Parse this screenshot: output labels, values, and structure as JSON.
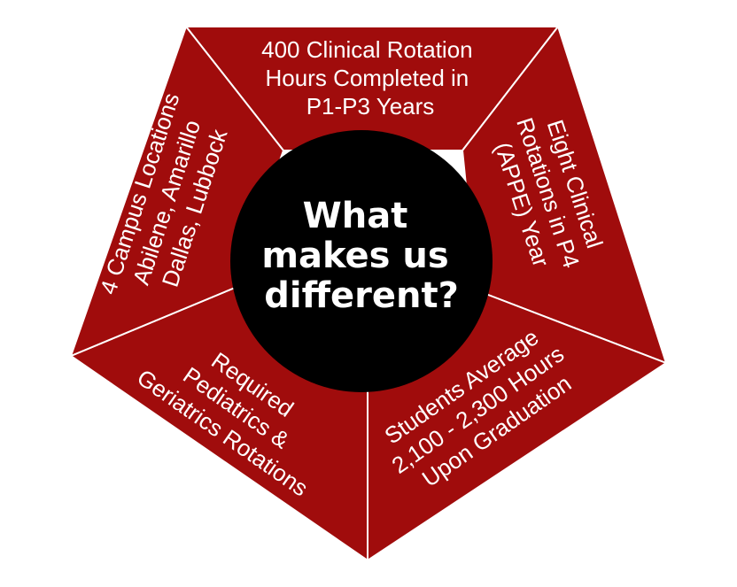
{
  "colors": {
    "segment_fill": "#a00c0c",
    "center_fill": "#000000",
    "text": "#ffffff",
    "divider": "#ffffff"
  },
  "center": {
    "lines": [
      "What",
      "makes us",
      "different?"
    ]
  },
  "segments": [
    {
      "id": "top",
      "lines": [
        "400 Clinical Rotation",
        "Hours Completed in",
        "P1-P3 Years"
      ]
    },
    {
      "id": "right",
      "lines": [
        "Eight Clinical",
        "Rotations in P4",
        "(APPE) Year"
      ]
    },
    {
      "id": "bottom-right",
      "lines": [
        "Students Average",
        "2,100 - 2,300 Hours",
        "Upon Graduation"
      ]
    },
    {
      "id": "bottom-left",
      "lines": [
        "Required",
        "Pediatrics &",
        "Geriatrics Rotations"
      ]
    },
    {
      "id": "left",
      "lines": [
        "4 Campus Locations",
        "Abilene, Amarillo",
        "Dallas, Lubbock"
      ]
    }
  ]
}
